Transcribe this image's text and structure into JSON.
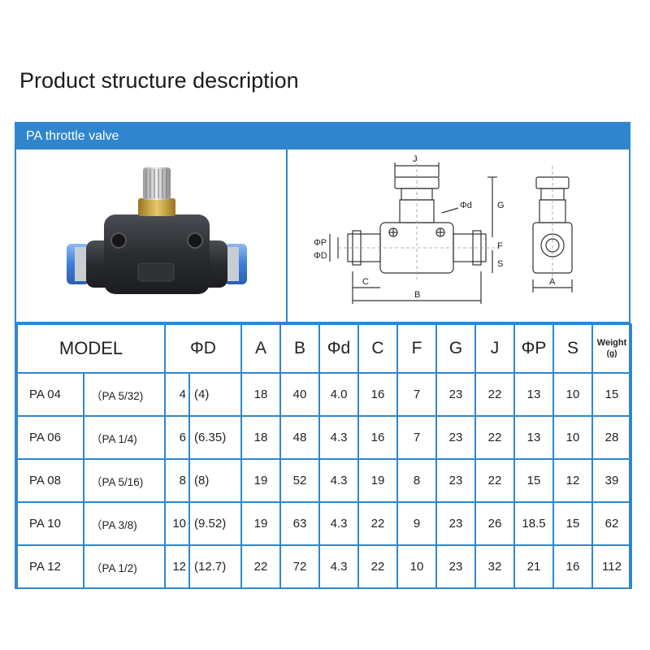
{
  "page": {
    "title": "Product structure description"
  },
  "panel": {
    "header": "PA throttle valve"
  },
  "drawing": {
    "labels": {
      "J": "J",
      "phi_d": "Φd",
      "G": "G",
      "phi_P": "ΦP",
      "phi_D": "ΦD",
      "F": "F",
      "S": "S",
      "C": "C",
      "B": "B",
      "A": "A"
    }
  },
  "table": {
    "headers": {
      "model": "MODEL",
      "phi_D": "ΦD",
      "A": "A",
      "B": "B",
      "phi_d": "Φd",
      "C": "C",
      "F": "F",
      "G": "G",
      "J": "J",
      "phi_P": "ΦP",
      "S": "S",
      "weight": "Weight",
      "weight_unit": "(g)"
    },
    "rows": [
      {
        "model": "PA 04",
        "inch": "（PA  5/32)",
        "d_mm": "4",
        "d_inch": "(4)",
        "A": "18",
        "B": "40",
        "phi_d": "4.0",
        "C": "16",
        "F": "7",
        "G": "23",
        "J": "22",
        "phi_P": "13",
        "S": "10",
        "weight": "15"
      },
      {
        "model": "PA 06",
        "inch": "（PA  1/4)",
        "d_mm": "6",
        "d_inch": "(6.35)",
        "A": "18",
        "B": "48",
        "phi_d": "4.3",
        "C": "16",
        "F": "7",
        "G": "23",
        "J": "22",
        "phi_P": "13",
        "S": "10",
        "weight": "28"
      },
      {
        "model": "PA 08",
        "inch": "（PA  5/16)",
        "d_mm": "8",
        "d_inch": "(8)",
        "A": "19",
        "B": "52",
        "phi_d": "4.3",
        "C": "19",
        "F": "8",
        "G": "23",
        "J": "22",
        "phi_P": "15",
        "S": "12",
        "weight": "39"
      },
      {
        "model": "PA 10",
        "inch": "（PA  3/8)",
        "d_mm": "10",
        "d_inch": "(9.52)",
        "A": "19",
        "B": "63",
        "phi_d": "4.3",
        "C": "22",
        "F": "9",
        "G": "23",
        "J": "26",
        "phi_P": "18.5",
        "S": "15",
        "weight": "62"
      },
      {
        "model": "PA 12",
        "inch": "（PA  1/2)",
        "d_mm": "12",
        "d_inch": "(12.7)",
        "A": "22",
        "B": "72",
        "phi_d": "4.3",
        "C": "22",
        "F": "10",
        "G": "23",
        "J": "32",
        "phi_P": "21",
        "S": "16",
        "weight": "112"
      }
    ]
  },
  "colors": {
    "accent": "#2f86cf",
    "valve_body": "#2a2c30",
    "fitting_blue": "#3a7fd8",
    "brass": "#c9a040"
  },
  "icons": {
    "photo": "throttle-valve-photo",
    "drawing": "technical-dimension-drawing"
  }
}
